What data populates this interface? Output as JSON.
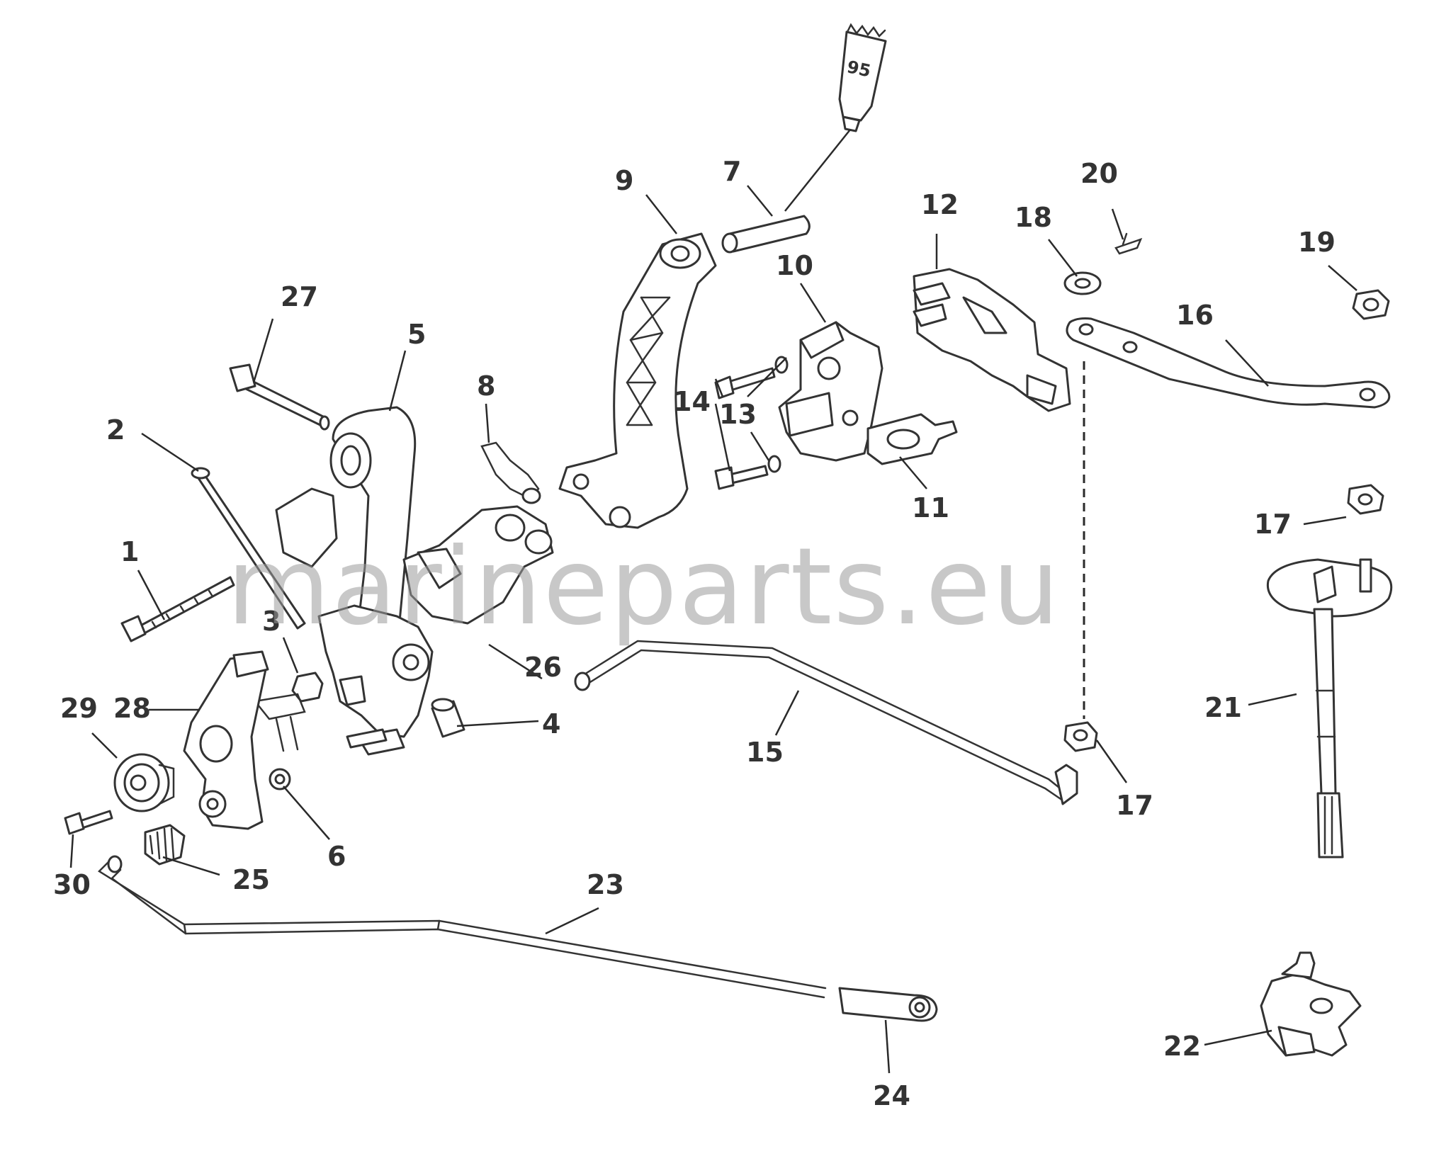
{
  "watermark": "marineparts.eu",
  "tube_label": "95",
  "callouts": {
    "c1": "1",
    "c2": "2",
    "c3": "3",
    "c4": "4",
    "c5": "5",
    "c6": "6",
    "c7": "7",
    "c8": "8",
    "c9": "9",
    "c10": "10",
    "c11": "11",
    "c12": "12",
    "c13": "13",
    "c14": "14",
    "c15": "15",
    "c16": "16",
    "c17a": "17",
    "c17b": "17",
    "c18": "18",
    "c19": "19",
    "c20": "20",
    "c21": "21",
    "c22": "22",
    "c23": "23",
    "c24": "24",
    "c25": "25",
    "c26": "26",
    "c27": "27",
    "c28": "28",
    "c29": "29",
    "c30": "30"
  }
}
